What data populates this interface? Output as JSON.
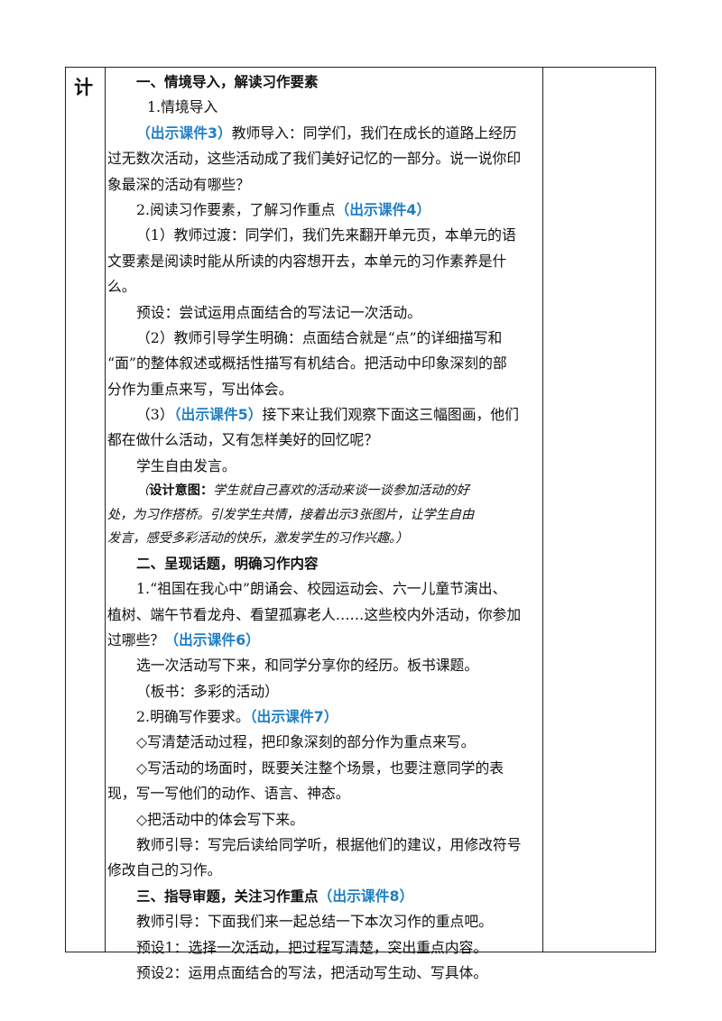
{
  "side_label": "计",
  "s1": {
    "heading": "一、情境导入，解读习作要素",
    "item1": "1.情境导入",
    "c3_tag": "（出示课件3）",
    "c3_text": "教师导入：同学们，我们在成长的道路上经历",
    "c3_l2": "过无数次活动，这些活动成了我们美好记忆的一部分。说一说你印",
    "c3_l3": "象最深的活动有哪些？",
    "item2": "2.阅读习作要素，了解习作重点",
    "c4_tag": "（出示课件4）",
    "p1_l1": "（1）教师过渡：同学们，我们先来翻开单元页，本单元的语",
    "p1_l2": "文要素是阅读时能从所读的内容想开去，本单元的习作素养是什",
    "p1_l3": "么。",
    "preset": "预设：尝试运用点面结合的写法记一次活动。",
    "p2_l1": "（2）教师引导学生明确：点面结合就是“点”的详细描写和",
    "p2_l2": "“面”的整体叙述或概括性描写有机结合。把活动中印象深刻的部",
    "p2_l3": "分作为重点来写，写出体会。",
    "p3_prefix": "（3）",
    "c5_tag": "（出示课件5）",
    "p3_text": "接下来让我们观察下面这三幅图画，他们",
    "p3_l2": "都在做什么活动，又有怎样美好的回忆呢？",
    "free": "学生自由发言。",
    "design_label": "设计意图：",
    "design_l1": "学生就自己喜欢的活动来谈一谈参加活动的好",
    "design_l2": "处，为习作搭桥。引发学生共情，接着出示3张图片，让学生自由",
    "design_l3": "发言，感受多彩活动的快乐，激发学生的习作兴趣。）"
  },
  "s2": {
    "heading": "二、呈现话题，明确习作内容",
    "q_l1": "1.“祖国在我心中”朗诵会、校园运动会、六一儿童节演出、",
    "q_l2": "植树、端午节看龙舟、看望孤寡老人……这些校内外活动，你参加",
    "q_l3": "过哪些？",
    "c6_tag": "（出示课件6）",
    "choose": "选一次活动写下来，和同学分享你的经历。板书课题。",
    "board": "（板书：多彩的活动）",
    "req": "2.明确写作要求。",
    "c7_tag": "（出示课件7）",
    "b1": "◇写清楚活动过程，把印象深刻的部分作为重点来写。",
    "b2_l1": "◇写活动的场面时，既要关注整个场景，也要注意同学的表",
    "b2_l2": "现，写一写他们的动作、语言、神态。",
    "b3": "◇把活动中的体会写下来。",
    "guide_l1": "教师引导：写完后读给同学听，根据他们的建议，用修改符号",
    "guide_l2": "修改自己的习作。"
  },
  "s3": {
    "heading": "三、指导审题，关注习作重点",
    "c8_tag": "（出示课件8）",
    "guide": "教师引导：下面我们来一起总结一下本次习作的重点吧。",
    "pre1": "预设1：选择一次活动，把过程写清楚，突出重点内容。",
    "pre2": "预设2：运用点面结合的写法，把活动写生动、写具体。"
  },
  "colors": {
    "highlight": "#1f7fc4",
    "border": "#222222"
  }
}
